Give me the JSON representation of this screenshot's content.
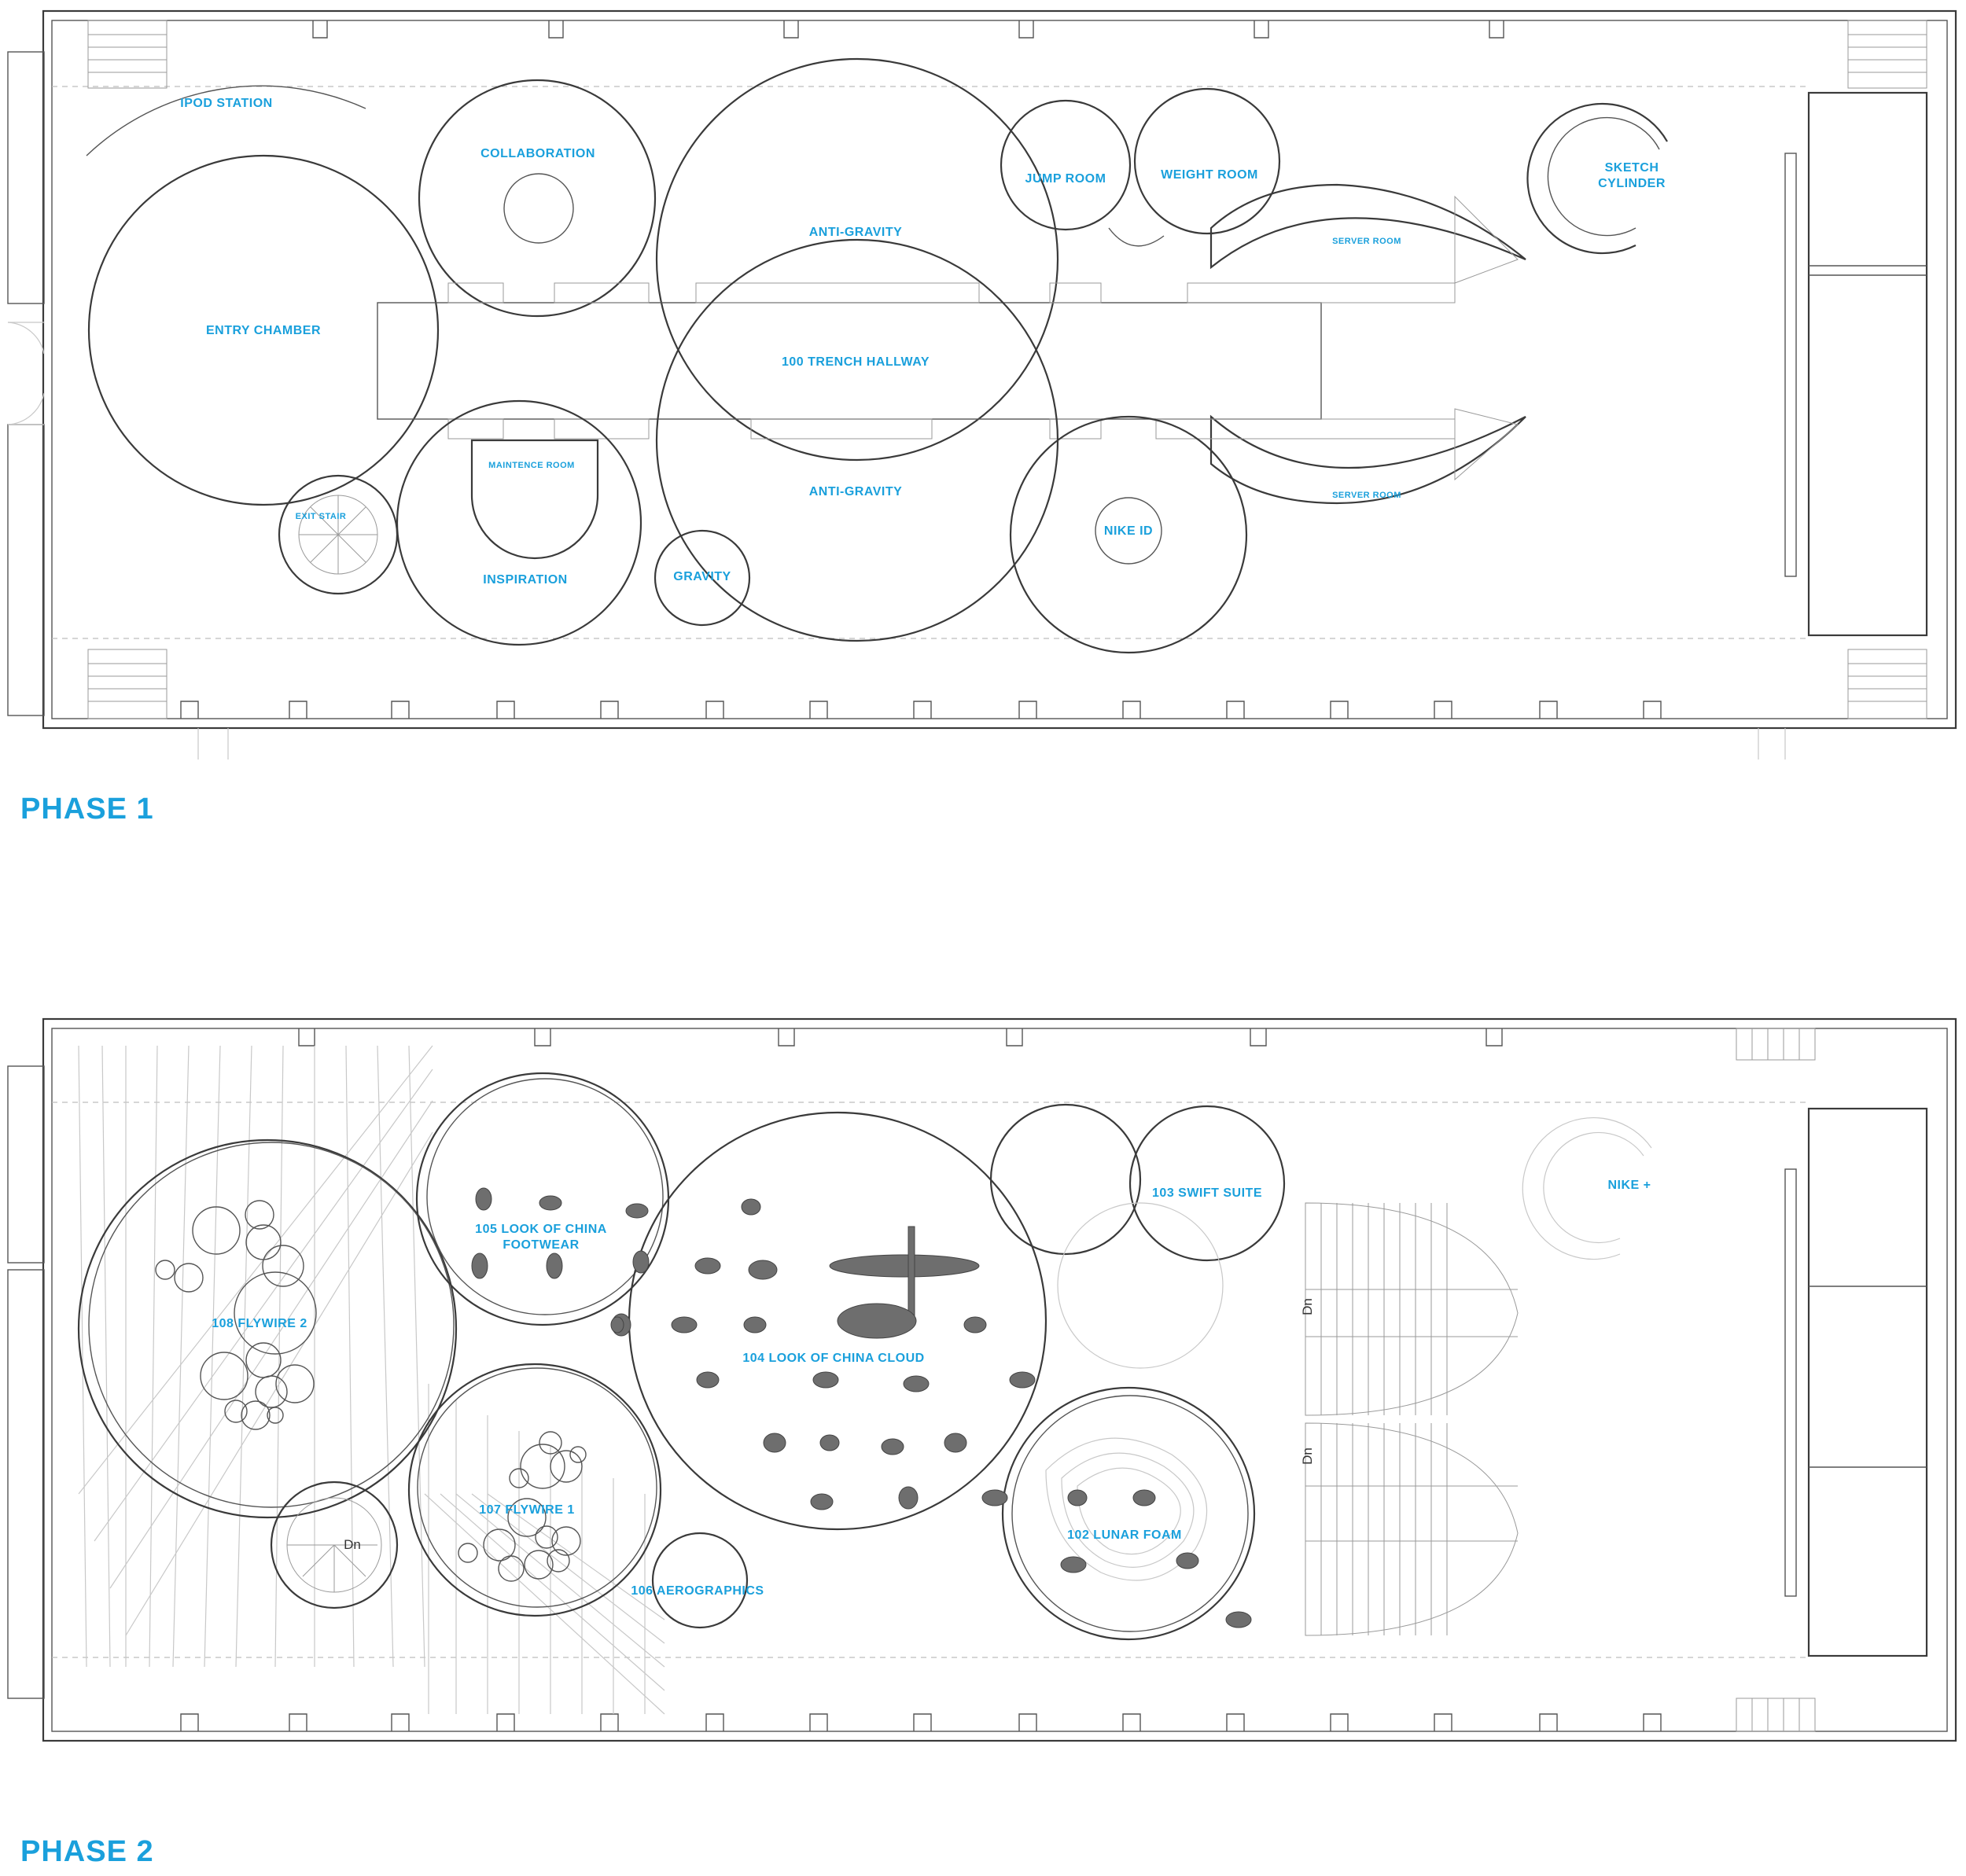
{
  "phase1": {
    "heading": "PHASE 1",
    "rooms": {
      "ipod_station": "IPOD STATION",
      "collaboration": "COLLABORATION",
      "jump_room": "JUMP ROOM",
      "weight_room": "WEIGHT ROOM",
      "sketch_cylinder_1": "SKETCH",
      "sketch_cylinder_2": "CYLINDER",
      "anti_gravity_top": "ANTI-GRAVITY",
      "server_room_top": "SERVER ROOM",
      "entry_chamber": "ENTRY CHAMBER",
      "trench_hallway": "100 TRENCH HALLWAY",
      "maintence_room": "MAINTENCE ROOM",
      "anti_gravity_bottom": "ANTI-GRAVITY",
      "server_room_bottom": "SERVER ROOM",
      "exit_stair": "EXIT STAIR",
      "nike_id": "NIKE ID",
      "inspiration": "INSPIRATION",
      "gravity": "GRAVITY"
    }
  },
  "phase2": {
    "heading": "PHASE 2",
    "rooms": {
      "swift_suite": "103 SWIFT SUITE",
      "nike_plus": "NIKE +",
      "look_of_china_footwear_1": "105 LOOK OF CHINA",
      "look_of_china_footwear_2": "FOOTWEAR",
      "flywire_2": "108 FLYWIRE 2",
      "look_of_china_cloud": "104 LOOK OF CHINA CLOUD",
      "flywire_1": "107 FLYWIRE 1",
      "lunar_foam": "102 LUNAR FOAM",
      "aerographics": "106 AEROGRAPHICS",
      "dn_left": "Dn",
      "dn_stair_top": "Dn",
      "dn_stair_bottom": "Dn"
    }
  },
  "colors": {
    "label": "#1aa0dc",
    "wall": "#3a3a3a",
    "figure": "#6e6e6e"
  }
}
